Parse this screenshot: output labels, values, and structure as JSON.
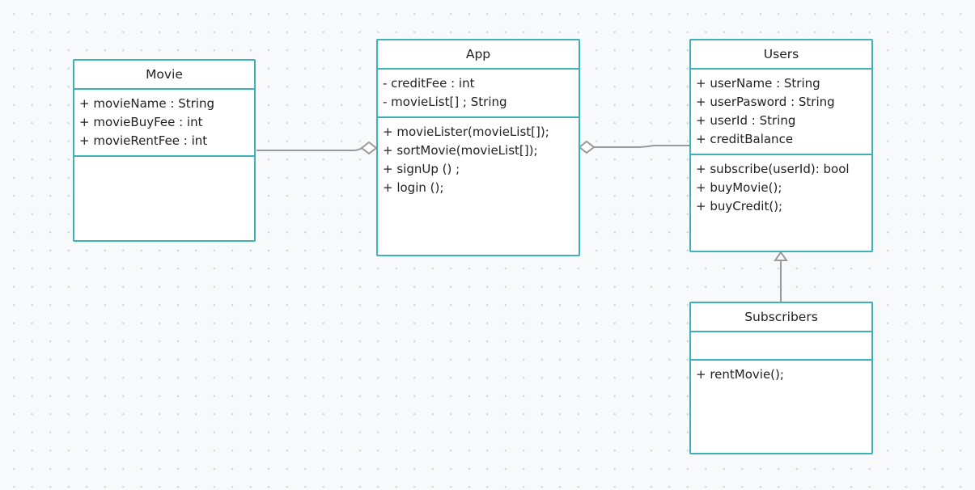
{
  "diagram": {
    "colors": {
      "border": "#3db3b8",
      "connector": "#999999",
      "background": "#f8f9fa",
      "grid_dot": "#d3d6da"
    },
    "classes": {
      "movie": {
        "name": "Movie",
        "attributes": [
          "+ movieName : String",
          "+ movieBuyFee : int",
          "+ movieRentFee : int"
        ],
        "operations": []
      },
      "app": {
        "name": "App",
        "attributes": [
          "- creditFee : int",
          "- movieList[] ; String"
        ],
        "operations": [
          "+ movieLister(movieList[]);",
          "+ sortMovie(movieList[]);",
          "+ signUp () ;",
          "+ login ();"
        ]
      },
      "users": {
        "name": "Users",
        "attributes": [
          "+ userName : String",
          "+ userPasword : String",
          "+ userId : String",
          "+ creditBalance"
        ],
        "operations": [
          "+ subscribe(userId): bool",
          "+ buyMovie();",
          "+ buyCredit();"
        ]
      },
      "subscribers": {
        "name": "Subscribers",
        "attributes": [],
        "operations": [
          "+ rentMovie();"
        ]
      }
    },
    "relations": [
      {
        "type": "aggregation",
        "from": "Movie",
        "to": "App"
      },
      {
        "type": "aggregation",
        "from": "Users",
        "to": "App"
      },
      {
        "type": "generalization",
        "from": "Subscribers",
        "to": "Users"
      }
    ]
  }
}
